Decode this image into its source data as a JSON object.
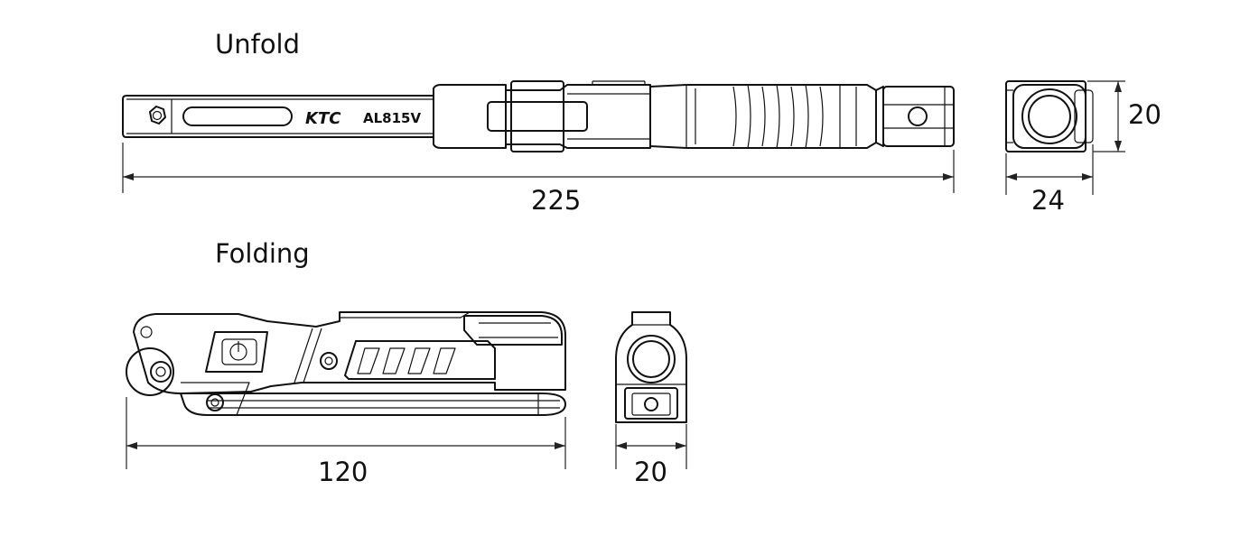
{
  "labels": {
    "unfold_title": "Unfold",
    "folding_title": "Folding"
  },
  "product": {
    "brand": "KTC",
    "model": "AL815V"
  },
  "dimensions": {
    "unfold_length": "225",
    "unfold_end_height": "20",
    "unfold_end_width": "24",
    "folding_length": "120",
    "folding_end_width": "20"
  }
}
